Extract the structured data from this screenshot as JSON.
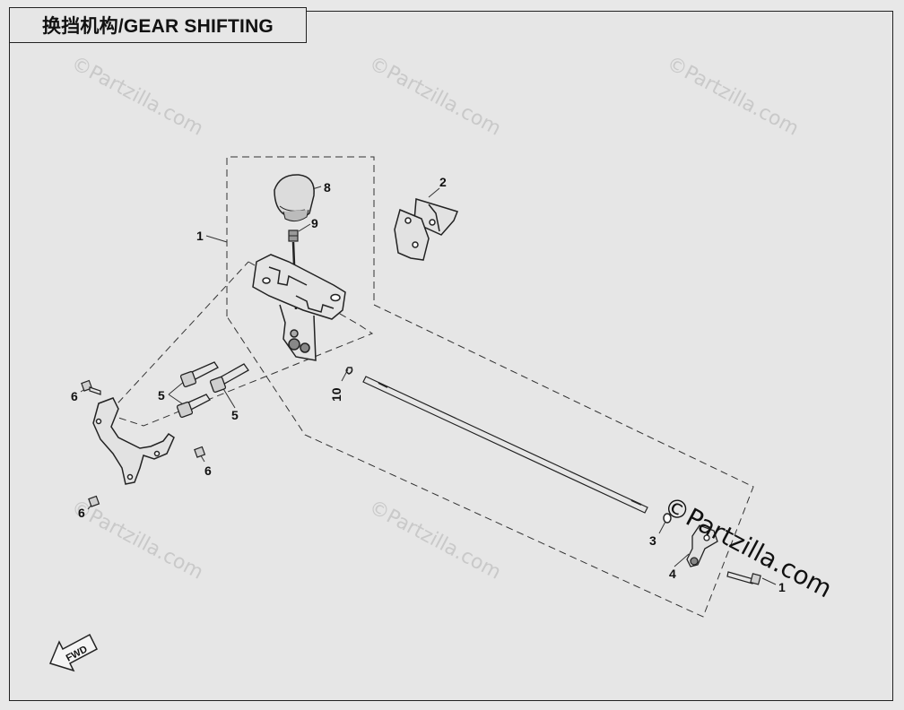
{
  "diagram": {
    "title": "换挡机构/GEAR SHIFTING",
    "callouts": {
      "c1_left": "1",
      "c2": "2",
      "c3": "3",
      "c4": "4",
      "c5_upper": "5",
      "c5_lower": "5",
      "c6_top": "6",
      "c6_mid": "6",
      "c6_bottom": "6",
      "c8": "8",
      "c9": "9",
      "c10": "10",
      "c1_right": "1"
    },
    "watermark": "©Partzilla.com",
    "watermark_main": "©Partzilla.com",
    "fwd_label": "FWD",
    "icons": {
      "fwd": "forward-arrow-icon"
    }
  }
}
